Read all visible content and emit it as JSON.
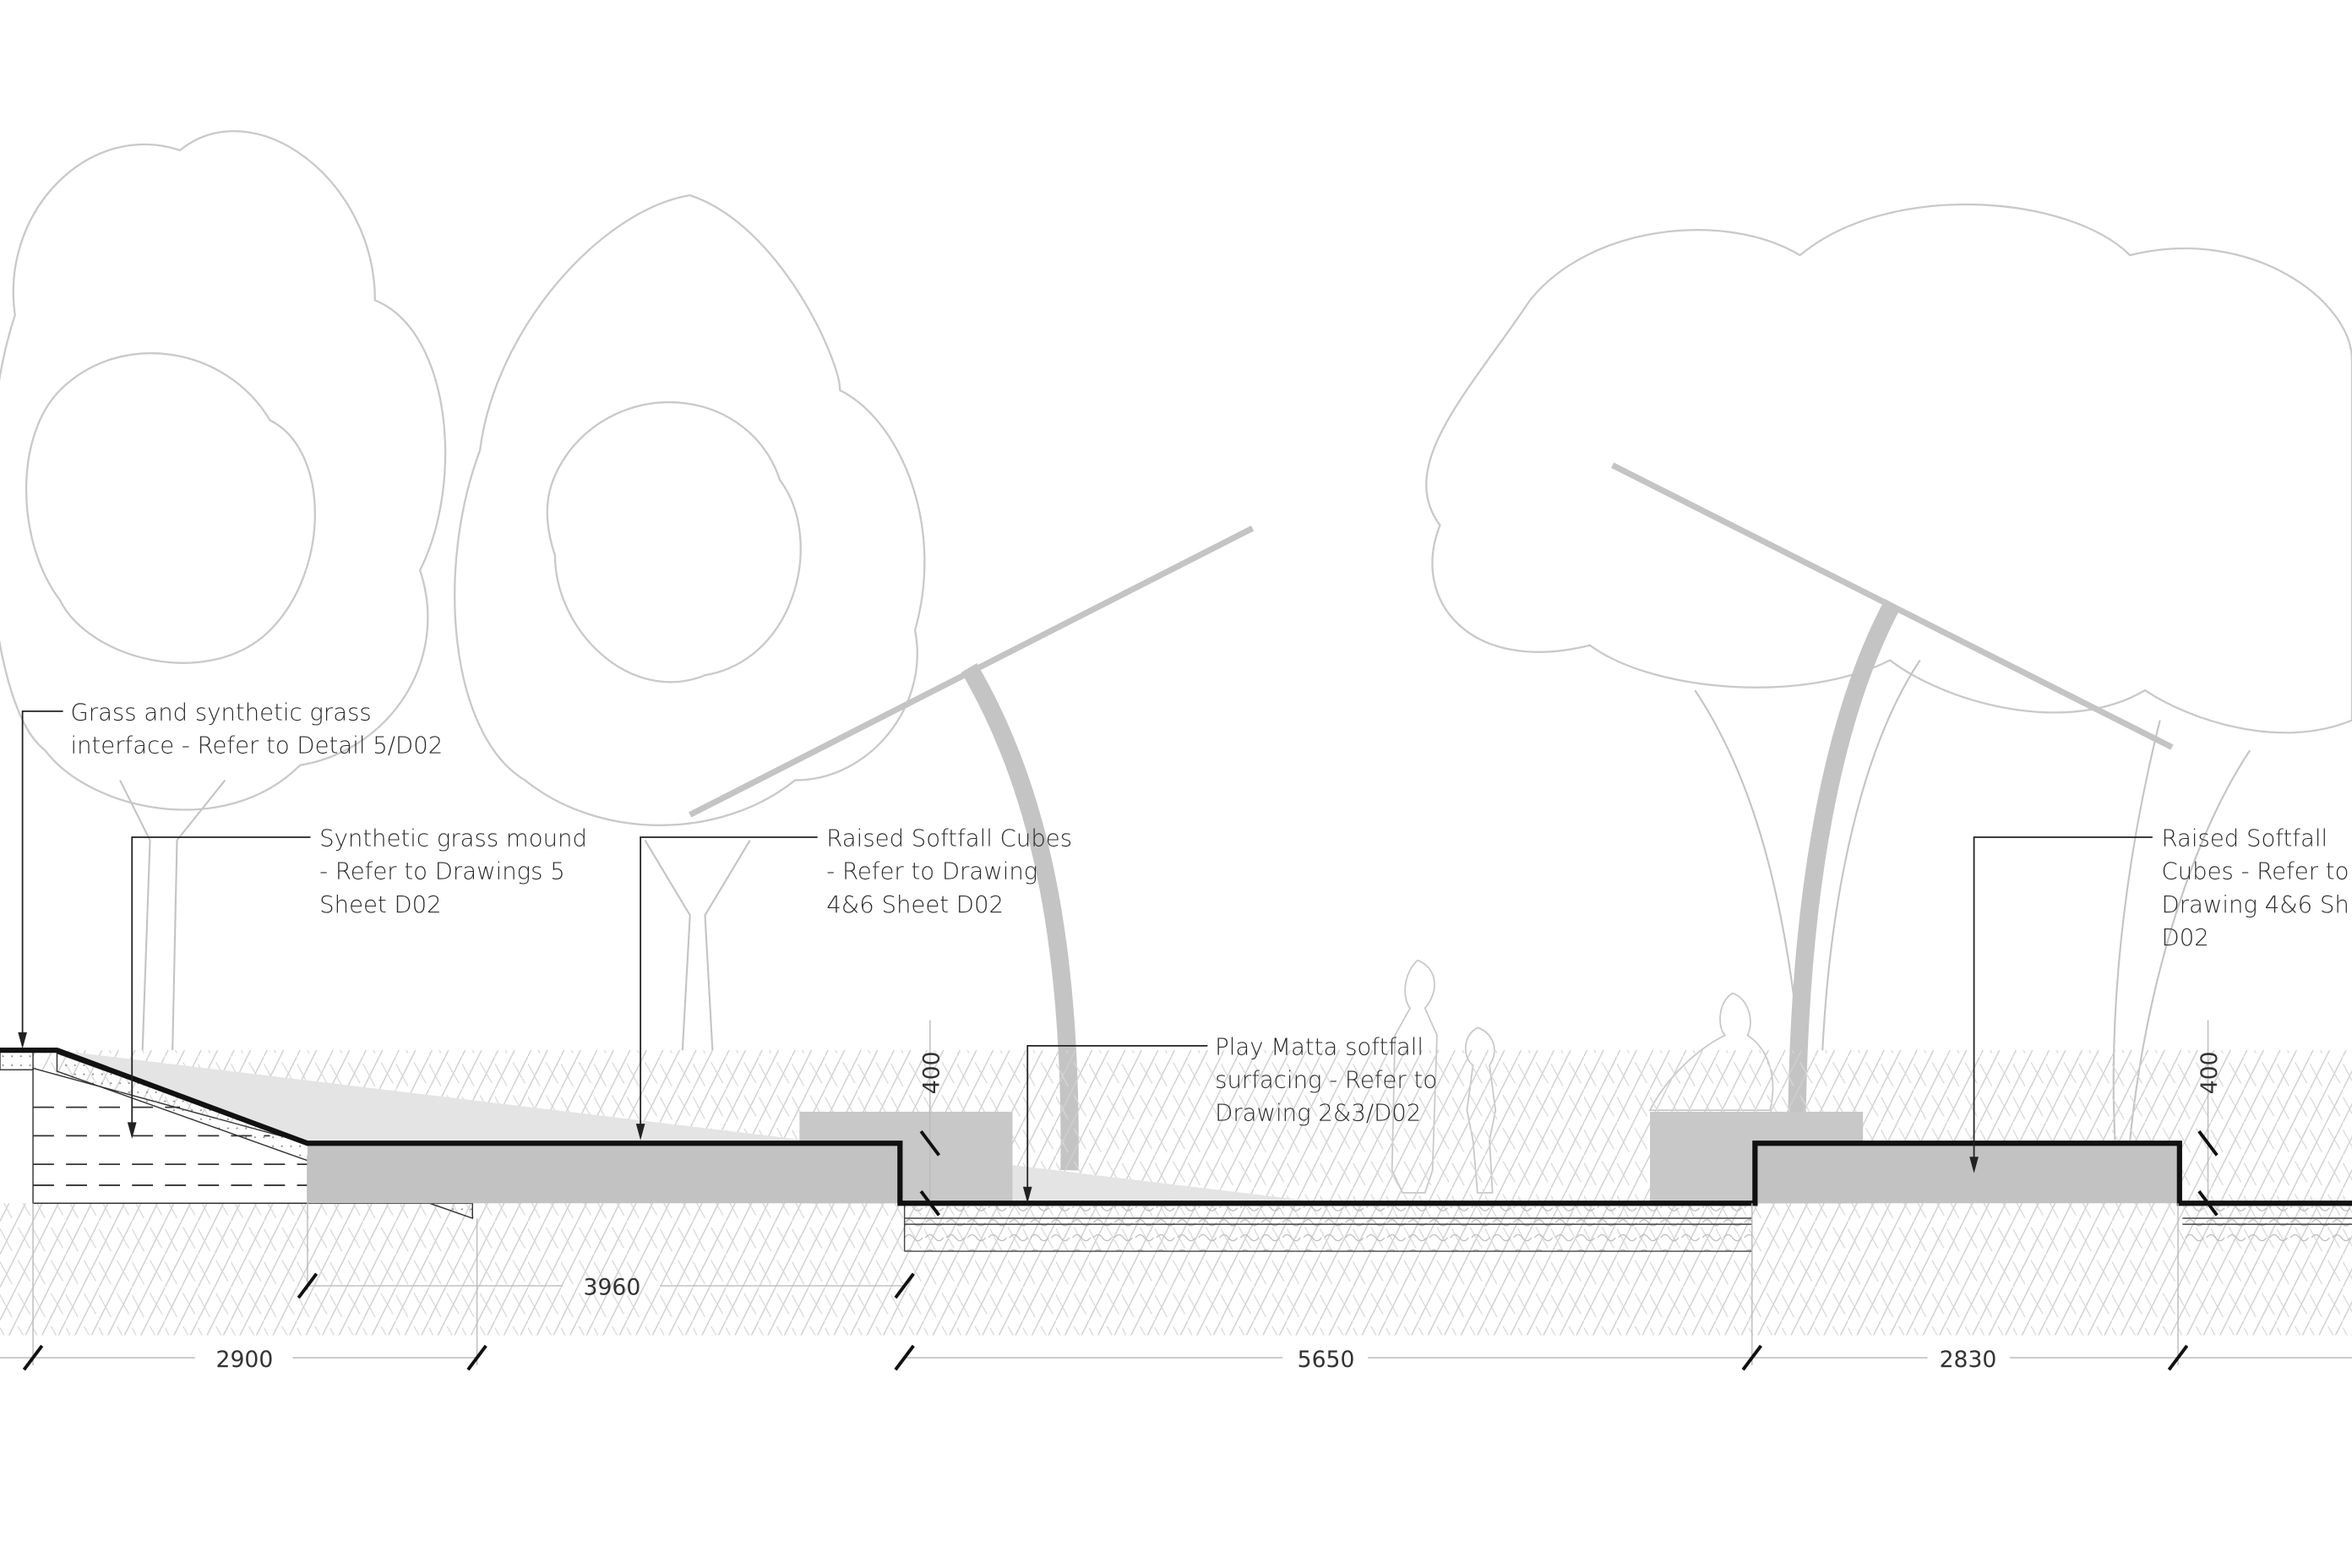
{
  "callouts": [
    {
      "lines": [
        "Grass and synthetic grass",
        "interface - Refer to Detail 5/D02"
      ]
    },
    {
      "lines": [
        "Synthetic grass mound",
        "- Refer to Drawings 5",
        "Sheet D02"
      ]
    },
    {
      "lines": [
        "Raised Softfall Cubes",
        "- Refer to Drawing",
        "4&6 Sheet D02"
      ]
    },
    {
      "lines": [
        "Play Matta softfall",
        "surfacing - Refer to",
        "Drawing 2&3/D02"
      ]
    },
    {
      "lines": [
        "Raised Softfall",
        "Cubes - Refer to",
        "Drawing 4&6 Sh",
        "D02"
      ]
    }
  ],
  "dimensions": {
    "d3960": "3960",
    "d2900": "2900",
    "d5650": "5650",
    "d2830": "2830",
    "h400_left": "400",
    "h400_right": "400"
  },
  "colors": {
    "ground_line": "#111111",
    "cube_fill": "#c8c8c8",
    "mound_wedge": "#e4e4e4",
    "tree_line": "#c9c9c9"
  }
}
